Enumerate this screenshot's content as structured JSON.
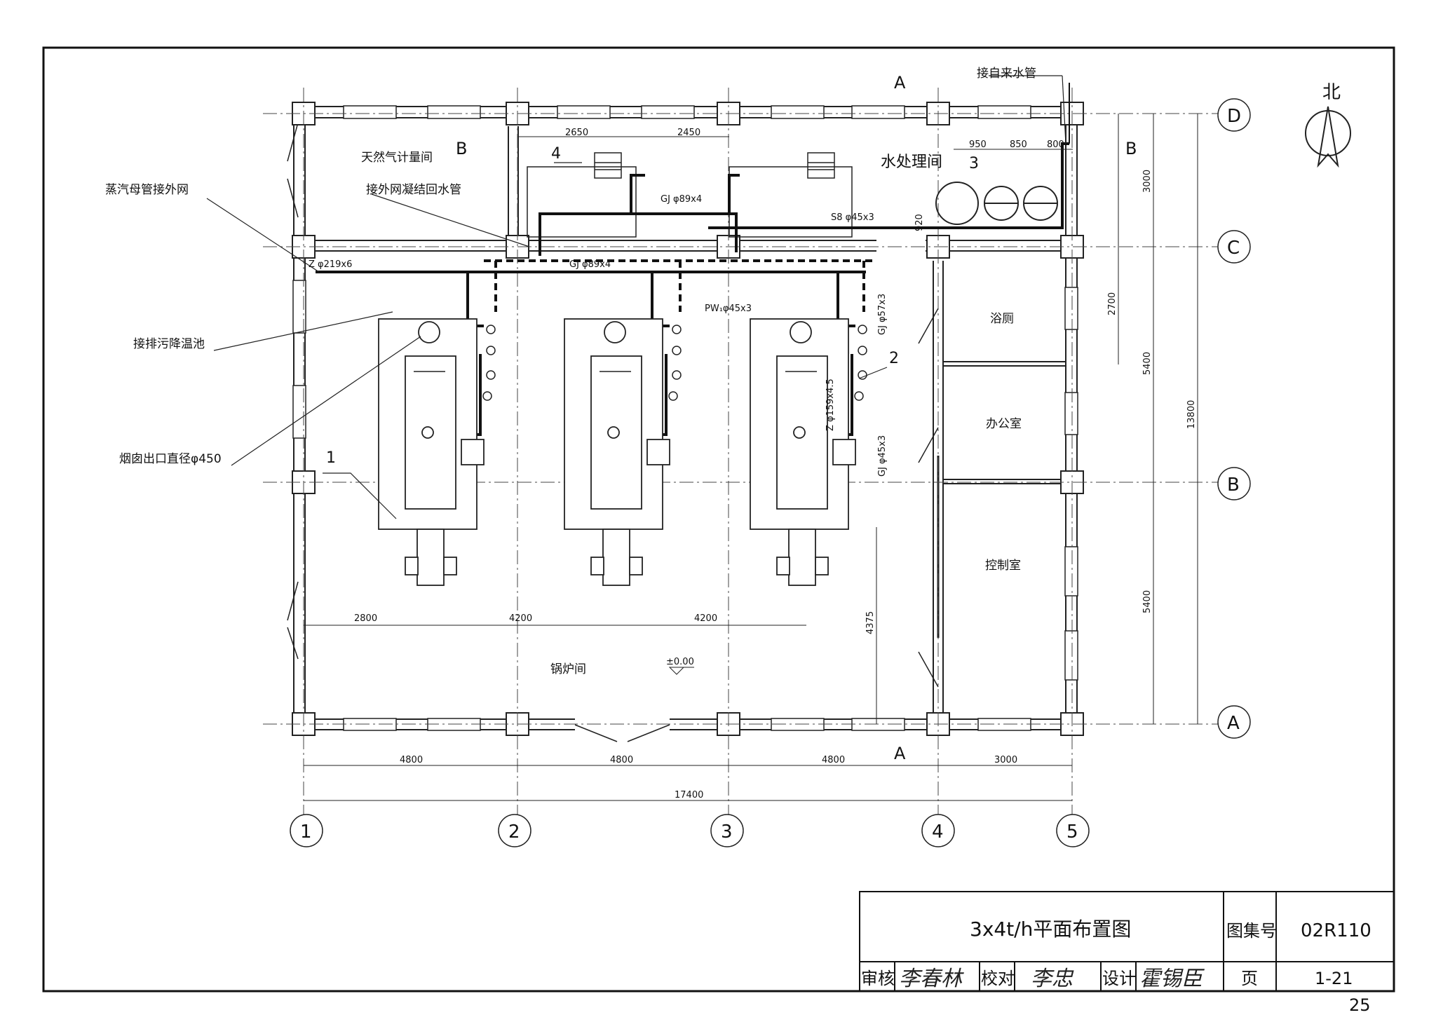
{
  "north": "北",
  "section_marks": {
    "a": "A",
    "b": "B"
  },
  "rooms": {
    "gas_meter": "天然气计量间",
    "water_treatment": "水处理间",
    "bath": "浴厕",
    "office": "办公室",
    "control": "控制室",
    "boiler_room": "锅炉间"
  },
  "callouts": {
    "steam_header": "蒸汽母管接外网",
    "condensate_return": "接外网凝结回水管",
    "blowdown": "接排污降温池",
    "chimney": "烟囱出口直径φ450",
    "tap_water": "接自来水管"
  },
  "pipes": {
    "main_steam": "Z φ219x6",
    "gj_main": "GJ φ89x4",
    "gj_top": "GJ φ89x4",
    "s8": "S8 φ45x3",
    "pw": "PW₁φ45x3",
    "gj57": "GJ φ57x3",
    "z159": "Z φ159x4.5",
    "gj45": "GJ φ45x3"
  },
  "elevation": "±0.00",
  "item_numbers": [
    "1",
    "2",
    "3",
    "4"
  ],
  "dims": {
    "d2650": "2650",
    "d2450": "2450",
    "d950": "950",
    "d850": "850",
    "d800": "800",
    "d920": "920",
    "d3000v": "3000",
    "d2700": "2700",
    "d5400a": "5400",
    "d5400b": "5400",
    "d13800": "13800",
    "d4375": "4375",
    "d2800": "2800",
    "d4200a": "4200",
    "d4200b": "4200",
    "d4800a": "4800",
    "d4800b": "4800",
    "d4800c": "4800",
    "d3000h": "3000",
    "d17400": "17400"
  },
  "grid_cols": [
    "1",
    "2",
    "3",
    "4",
    "5"
  ],
  "grid_rows": [
    "D",
    "C",
    "B",
    "A"
  ],
  "title_block": {
    "title": "3x4t/h平面布置图",
    "atlas_label": "图集号",
    "atlas_no": "02R110",
    "review_label": "审核",
    "check_label": "校对",
    "design_label": "设计",
    "page_label": "页",
    "page_no": "1-21",
    "reviewer_sig": "李春林",
    "checker_sig": "李忠",
    "designer_sig": "霍锡臣"
  },
  "sheet_number": "25"
}
